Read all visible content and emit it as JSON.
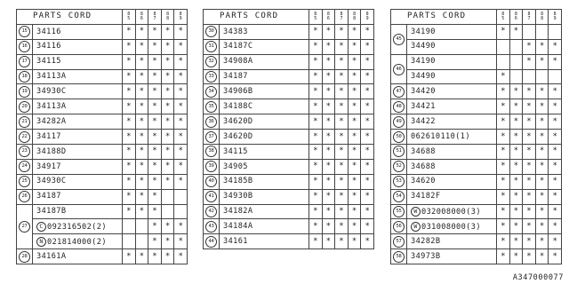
{
  "tables": [
    {
      "header": "PARTS CORD",
      "years": [
        [
          "8",
          "5"
        ],
        [
          "8",
          "6"
        ],
        [
          "8",
          "7"
        ],
        [
          "8",
          "8"
        ],
        [
          "8",
          "9"
        ]
      ],
      "rows": [
        {
          "num": "15",
          "code": "34116",
          "marks": [
            "*",
            "*",
            "*",
            "*",
            "*"
          ]
        },
        {
          "num": "16",
          "code": "34116",
          "marks": [
            "*",
            "*",
            "*",
            "*",
            "*"
          ]
        },
        {
          "num": "17",
          "code": "34115",
          "marks": [
            "*",
            "*",
            "*",
            "*",
            "*"
          ]
        },
        {
          "num": "18",
          "code": "34113A",
          "marks": [
            "*",
            "*",
            "*",
            "*",
            "*"
          ]
        },
        {
          "num": "19",
          "code": "34930C",
          "marks": [
            "*",
            "*",
            "*",
            "*",
            "*"
          ]
        },
        {
          "num": "20",
          "code": "34113A",
          "marks": [
            "*",
            "*",
            "*",
            "*",
            "*"
          ]
        },
        {
          "num": "21",
          "code": "34282A",
          "marks": [
            "*",
            "*",
            "*",
            "*",
            "*"
          ]
        },
        {
          "num": "22",
          "code": "34117",
          "marks": [
            "*",
            "*",
            "*",
            "*",
            "*"
          ]
        },
        {
          "num": "23",
          "code": "34188D",
          "marks": [
            "*",
            "*",
            "*",
            "*",
            "*"
          ]
        },
        {
          "num": "24",
          "code": "34917",
          "marks": [
            "*",
            "*",
            "*",
            "*",
            "*"
          ]
        },
        {
          "num": "25",
          "code": "34930C",
          "marks": [
            "*",
            "*",
            "*",
            "*",
            "*"
          ]
        },
        {
          "num": "26",
          "code": "34187",
          "marks": [
            "*",
            "*",
            "*",
            "",
            ""
          ]
        },
        {
          "num": "27",
          "span": 3,
          "code": "34187B",
          "marks": [
            "*",
            "*",
            "*",
            "",
            ""
          ]
        },
        {
          "prefix": "C",
          "code": "092316502(2)",
          "marks": [
            "",
            "",
            "*",
            "*",
            "*"
          ]
        },
        {
          "prefix": "N",
          "code": "021814000(2)",
          "marks": [
            "",
            "",
            "*",
            "*",
            "*"
          ]
        },
        {
          "num": "28",
          "code": "34161A",
          "marks": [
            "*",
            "*",
            "*",
            "*",
            "*"
          ]
        }
      ]
    },
    {
      "header": "PARTS CORD",
      "years": [
        [
          "8",
          "5"
        ],
        [
          "8",
          "6"
        ],
        [
          "8",
          "7"
        ],
        [
          "8",
          "8"
        ],
        [
          "8",
          "9"
        ]
      ],
      "rows": [
        {
          "num": "30",
          "code": "34383",
          "marks": [
            "*",
            "*",
            "*",
            "*",
            "*"
          ]
        },
        {
          "num": "31",
          "code": "34187C",
          "marks": [
            "*",
            "*",
            "*",
            "*",
            "*"
          ]
        },
        {
          "num": "32",
          "code": "34908A",
          "marks": [
            "*",
            "*",
            "*",
            "*",
            "*"
          ]
        },
        {
          "num": "33",
          "code": "34187",
          "marks": [
            "*",
            "*",
            "*",
            "*",
            "*"
          ]
        },
        {
          "num": "34",
          "code": "34906B",
          "marks": [
            "*",
            "*",
            "*",
            "*",
            "*"
          ]
        },
        {
          "num": "35",
          "code": "34188C",
          "marks": [
            "*",
            "*",
            "*",
            "*",
            "*"
          ]
        },
        {
          "num": "36",
          "code": "34620D",
          "marks": [
            "*",
            "*",
            "*",
            "*",
            "*"
          ]
        },
        {
          "num": "37",
          "code": "34620D",
          "marks": [
            "*",
            "*",
            "*",
            "*",
            "*"
          ]
        },
        {
          "num": "38",
          "code": "34115",
          "marks": [
            "*",
            "*",
            "*",
            "*",
            "*"
          ]
        },
        {
          "num": "39",
          "code": "34905",
          "marks": [
            "*",
            "*",
            "*",
            "*",
            "*"
          ]
        },
        {
          "num": "40",
          "code": "34185B",
          "marks": [
            "*",
            "*",
            "*",
            "*",
            "*"
          ]
        },
        {
          "num": "41",
          "code": "34930B",
          "marks": [
            "*",
            "*",
            "*",
            "*",
            "*"
          ]
        },
        {
          "num": "42",
          "code": "34182A",
          "marks": [
            "*",
            "*",
            "*",
            "*",
            "*"
          ]
        },
        {
          "num": "43",
          "code": "34184A",
          "marks": [
            "*",
            "*",
            "*",
            "*",
            "*"
          ]
        },
        {
          "num": "44",
          "code": "34161",
          "marks": [
            "*",
            "*",
            "*",
            "*",
            "*"
          ]
        }
      ]
    },
    {
      "header": "PARTS CORD",
      "years": [
        [
          "8",
          "5"
        ],
        [
          "8",
          "6"
        ],
        [
          "8",
          "7"
        ],
        [
          "8",
          "8"
        ],
        [
          "8",
          "9"
        ]
      ],
      "rows": [
        {
          "num": "45",
          "span": 2,
          "code": "34190",
          "marks": [
            "*",
            "*",
            "",
            "",
            ""
          ]
        },
        {
          "code": "34490",
          "marks": [
            "",
            "",
            "*",
            "*",
            "*"
          ]
        },
        {
          "num": "46",
          "span": 2,
          "code": "34190",
          "marks": [
            "",
            "",
            "*",
            "*",
            "*"
          ]
        },
        {
          "code": "34490",
          "marks": [
            "*",
            "",
            "",
            "",
            ""
          ]
        },
        {
          "num": "47",
          "code": "34420",
          "marks": [
            "*",
            "*",
            "*",
            "*",
            "*"
          ]
        },
        {
          "num": "48",
          "code": "34421",
          "marks": [
            "*",
            "*",
            "*",
            "*",
            "*"
          ]
        },
        {
          "num": "49",
          "code": "34422",
          "marks": [
            "*",
            "*",
            "*",
            "*",
            "*"
          ]
        },
        {
          "num": "50",
          "code": "062610110(1)",
          "marks": [
            "*",
            "*",
            "*",
            "*",
            "*"
          ]
        },
        {
          "num": "51",
          "code": "34688",
          "marks": [
            "*",
            "*",
            "*",
            "*",
            "*"
          ]
        },
        {
          "num": "52",
          "code": "34688",
          "marks": [
            "*",
            "*",
            "*",
            "*",
            "*"
          ]
        },
        {
          "num": "53",
          "code": "34620",
          "marks": [
            "*",
            "*",
            "*",
            "*",
            "*"
          ]
        },
        {
          "num": "54",
          "code": "34182F",
          "marks": [
            "*",
            "*",
            "*",
            "*",
            "*"
          ]
        },
        {
          "num": "55",
          "prefix": "W",
          "code": "032008000(3)",
          "marks": [
            "*",
            "*",
            "*",
            "*",
            "*"
          ]
        },
        {
          "num": "56",
          "prefix": "W",
          "code": "031008000(3)",
          "marks": [
            "*",
            "*",
            "*",
            "*",
            "*"
          ]
        },
        {
          "num": "57",
          "code": "34282B",
          "marks": [
            "*",
            "*",
            "*",
            "*",
            "*"
          ]
        },
        {
          "num": "58",
          "code": "34973B",
          "marks": [
            "*",
            "*",
            "*",
            "*",
            "*"
          ]
        }
      ]
    }
  ],
  "footer": "A347000077"
}
